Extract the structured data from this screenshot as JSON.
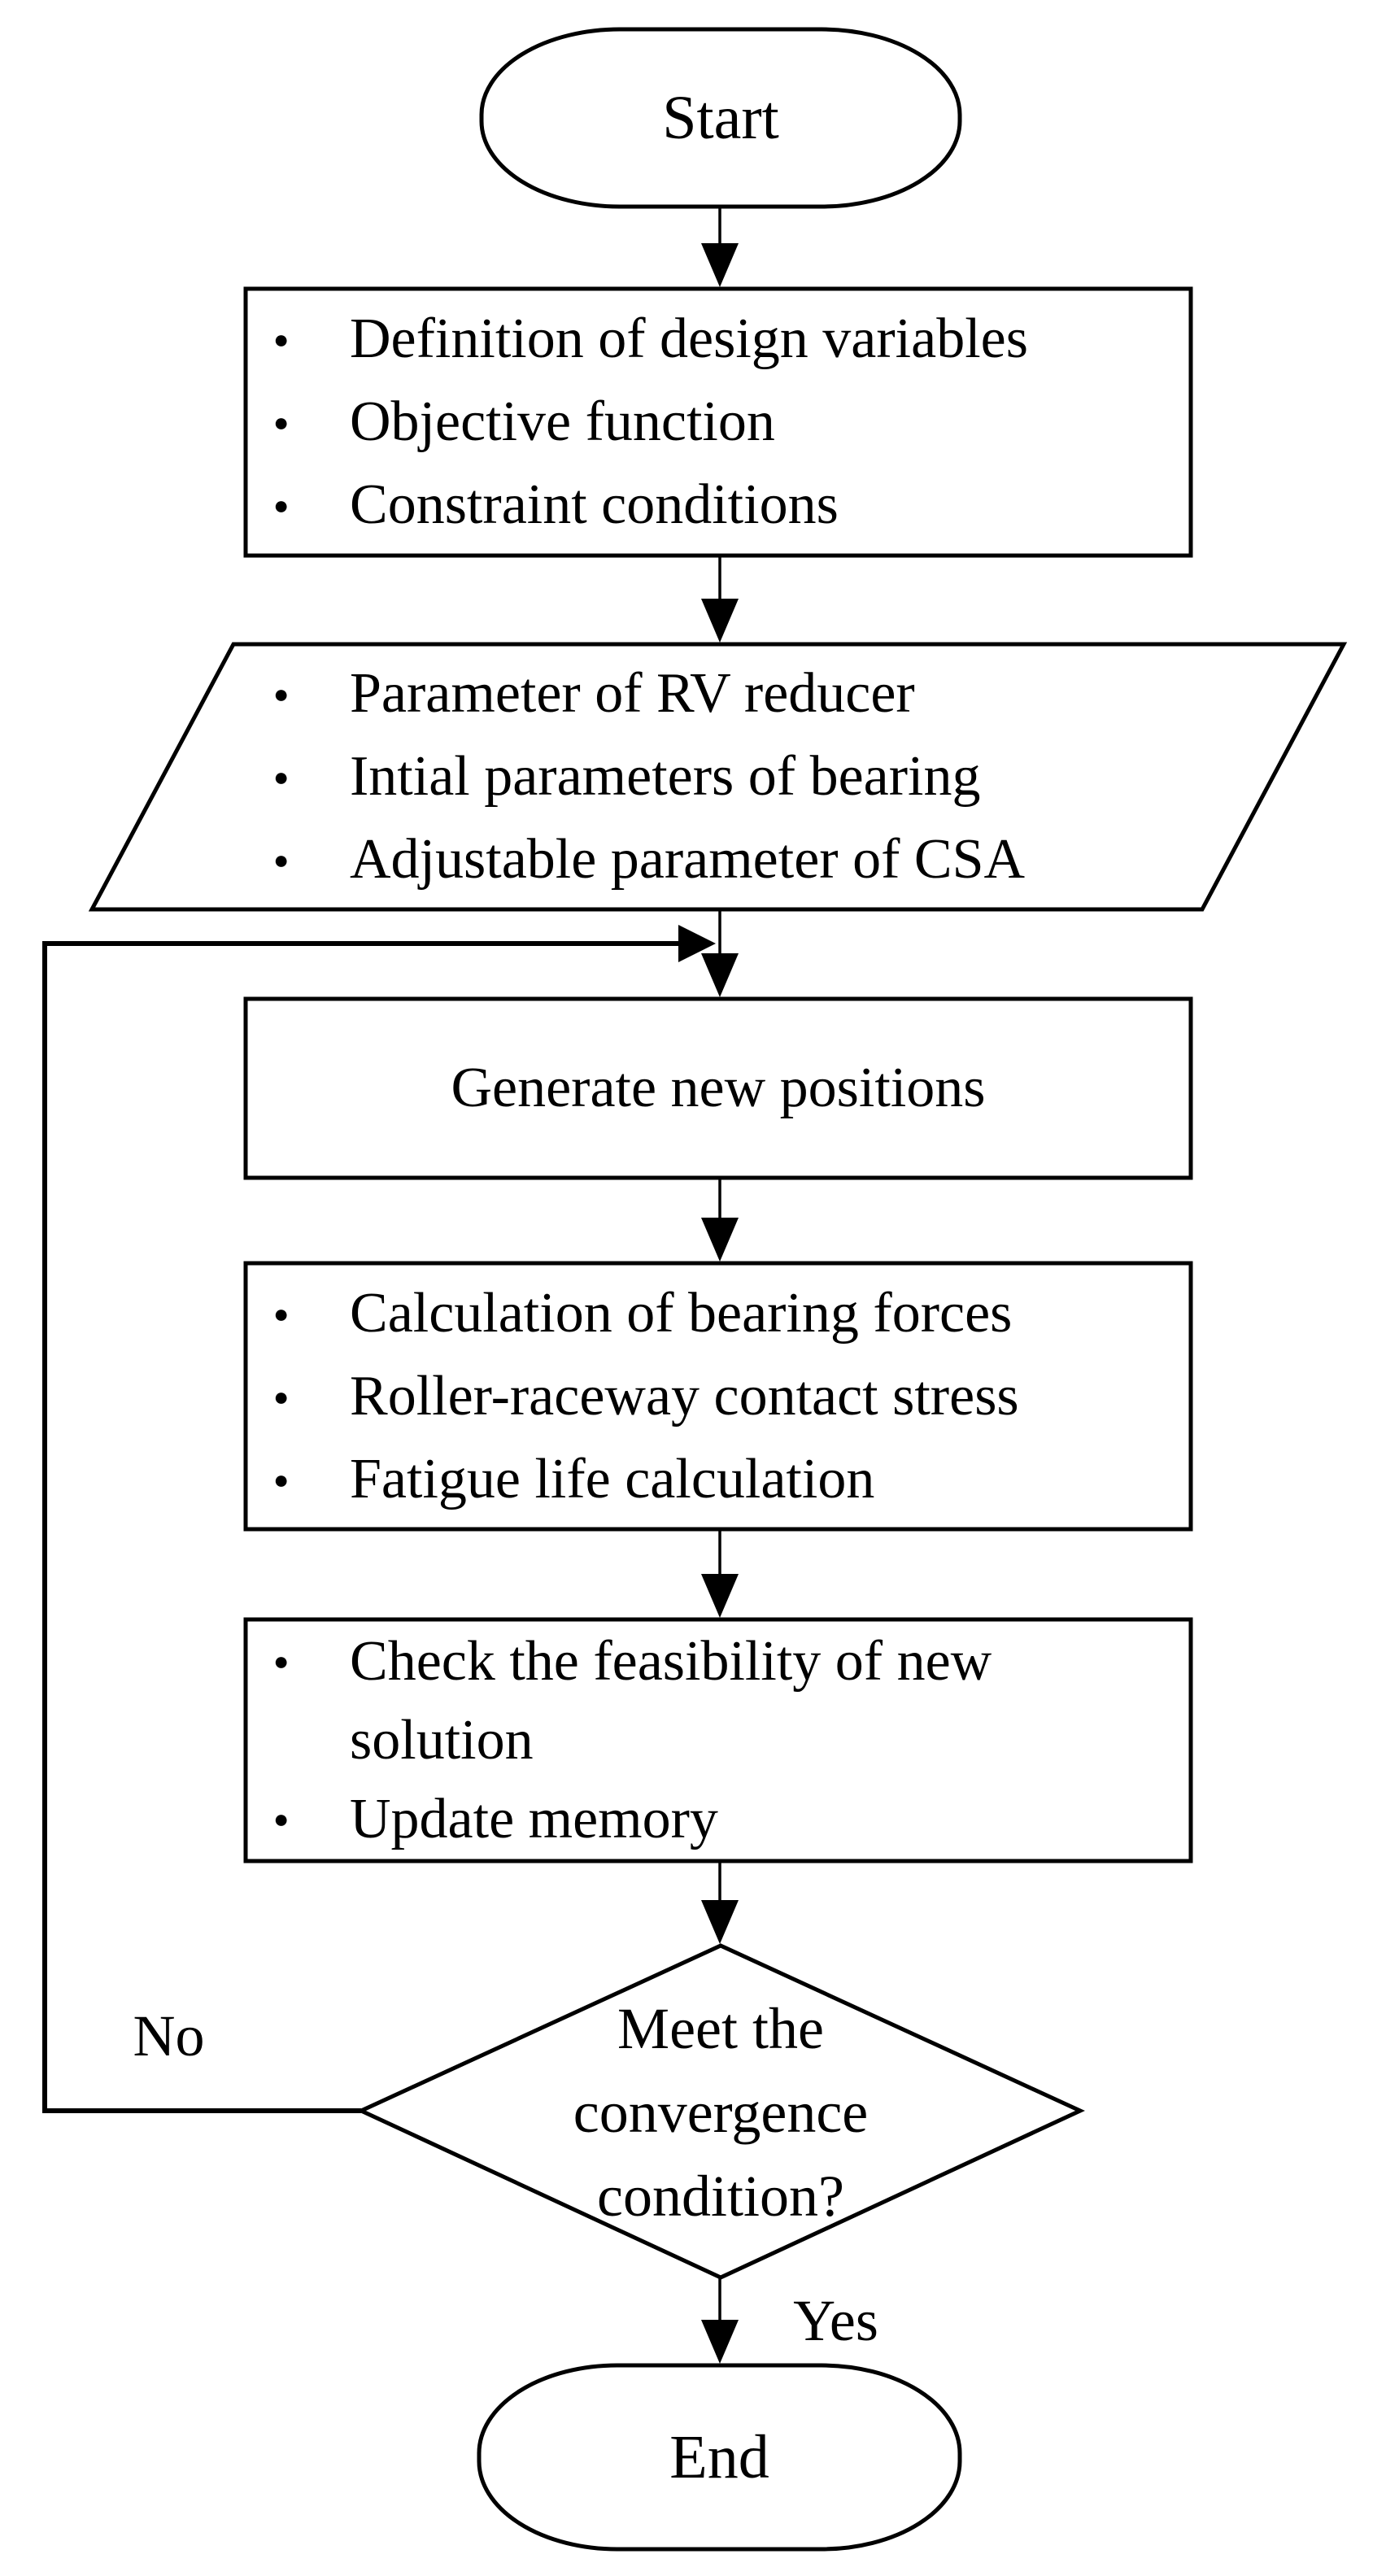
{
  "figure": {
    "type": "flowchart",
    "colors": {
      "ink": "#000000",
      "background": "#ffffff"
    },
    "nodes": {
      "start": {
        "shape": "terminator",
        "label": "Start"
      },
      "setup": {
        "shape": "process",
        "items": [
          "Definition of design variables",
          "Objective function",
          "Constraint conditions"
        ]
      },
      "inputs": {
        "shape": "data-parallelogram",
        "items": [
          "Parameter of RV reducer",
          "Intial parameters of bearing",
          "Adjustable parameter of CSA"
        ]
      },
      "generate": {
        "shape": "process",
        "label": "Generate new positions"
      },
      "evaluate": {
        "shape": "process",
        "items": [
          "Calculation of bearing forces",
          "Roller-raceway contact stress",
          "Fatigue life calculation"
        ]
      },
      "check": {
        "shape": "process",
        "items": [
          "Check the feasibility of new solution",
          "Update memory"
        ]
      },
      "decision": {
        "shape": "decision",
        "label": "Meet the convergence condition?",
        "lines": [
          "Meet the",
          "convergence",
          "condition?"
        ]
      },
      "end": {
        "shape": "terminator",
        "label": "End"
      }
    },
    "edges": {
      "no_label": "No",
      "yes_label": "Yes"
    }
  }
}
